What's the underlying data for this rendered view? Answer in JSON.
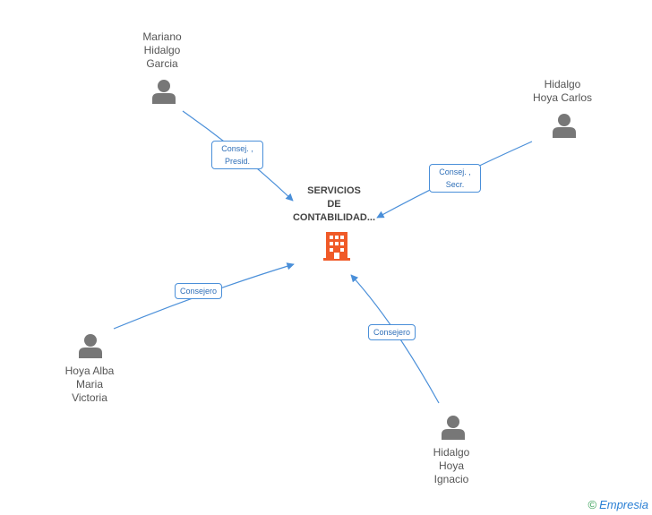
{
  "company": {
    "name_lines": [
      "SERVICIOS",
      "DE",
      "CONTABILIDAD..."
    ],
    "icon": "building-icon",
    "color": "#f05a28"
  },
  "people": [
    {
      "id": "mariano",
      "name_lines": [
        "Mariano",
        "Hidalgo",
        "Garcia"
      ],
      "icon": "person-icon"
    },
    {
      "id": "carlos",
      "name_lines": [
        "Hidalgo",
        "Hoya Carlos"
      ],
      "icon": "person-icon"
    },
    {
      "id": "alba",
      "name_lines": [
        "Hoya Alba",
        "Maria",
        "Victoria"
      ],
      "icon": "person-icon"
    },
    {
      "id": "ignacio",
      "name_lines": [
        "Hidalgo",
        "Hoya",
        "Ignacio"
      ],
      "icon": "person-icon"
    }
  ],
  "relations": [
    {
      "from": "mariano",
      "role_lines": [
        "Consej. ,",
        "Presid."
      ]
    },
    {
      "from": "carlos",
      "role_lines": [
        "Consej. ,",
        "Secr."
      ]
    },
    {
      "from": "alba",
      "role_lines": [
        "Consejero"
      ]
    },
    {
      "from": "ignacio",
      "role_lines": [
        "Consejero"
      ]
    }
  ],
  "colors": {
    "edge": "#4a8fd9",
    "person": "#777777",
    "text": "#555555"
  },
  "watermark": {
    "symbol": "©",
    "brand": "Empresia"
  }
}
